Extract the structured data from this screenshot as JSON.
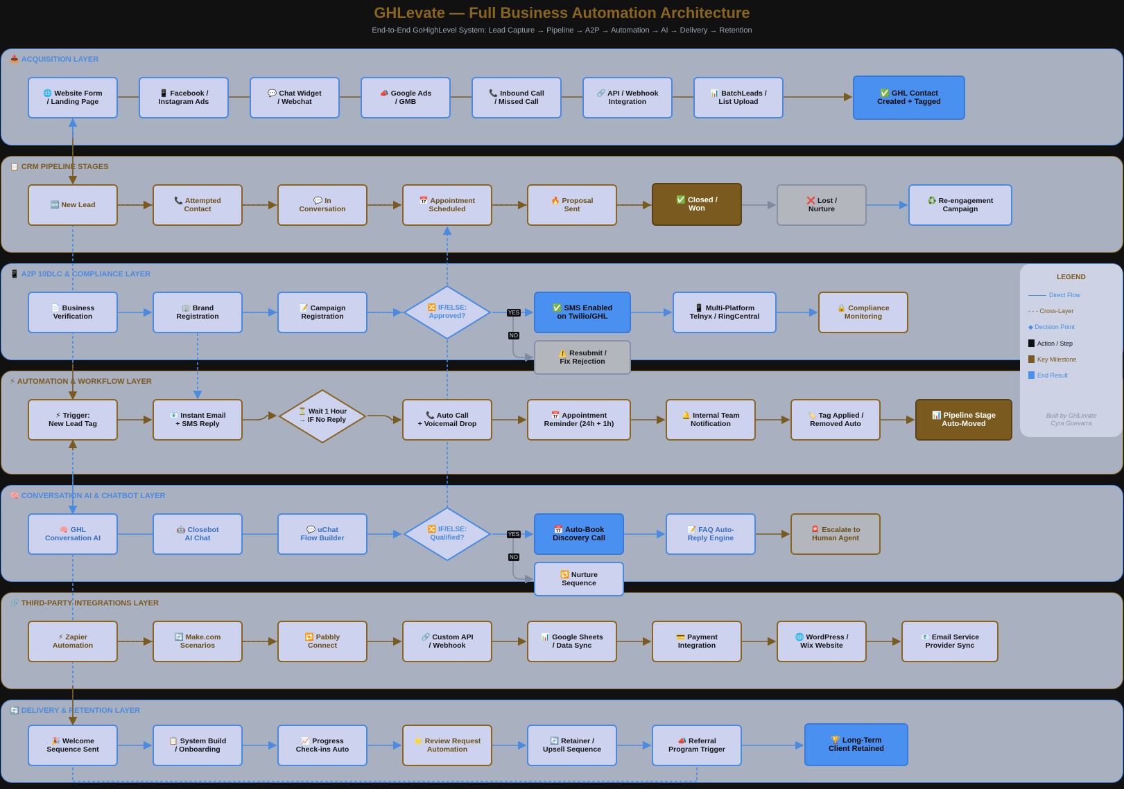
{
  "header": {
    "title": "GHLevate — Full Business Automation Architecture",
    "subtitle": "End-to-End GoHighLevel System: Lead Capture → Pipeline → A2P → Automation → AI → Delivery → Retention"
  },
  "colors": {
    "blue": "#4a8ae0",
    "gold": "#8a6521",
    "end": "#4a90f0",
    "milestone": "#7a5a1e",
    "background": "#111111",
    "panel": "#a9b0c0"
  },
  "layers": {
    "acquisition": {
      "icon": "📥",
      "title": "ACQUISITION LAYER",
      "nodes": [
        "🌐 Website Form\n/ Landing Page",
        "📱 Facebook /\nInstagram Ads",
        "💬 Chat Widget\n/ Webchat",
        "📣 Google Ads\n/ GMB",
        "📞 Inbound Call\n/ Missed Call",
        "🔗 API / Webhook\nIntegration",
        "📊 BatchLeads /\nList Upload",
        "✅ GHL Contact\nCreated + Tagged"
      ]
    },
    "pipeline": {
      "icon": "📋",
      "title": "CRM PIPELINE STAGES",
      "nodes": [
        "🆕 New Lead",
        "📞 Attempted\nContact",
        "💬 In\nConversation",
        "📅 Appointment\nScheduled",
        "🔥 Proposal\nSent",
        "✅ Closed /\nWon",
        "❌ Lost /\nNurture",
        "♻️ Re-engagement\nCampaign"
      ]
    },
    "a2p": {
      "icon": "📱",
      "title": "A2P 10DLC & COMPLIANCE LAYER",
      "nodes": [
        "📄 Business\nVerification",
        "🏢 Brand\nRegistration",
        "📝 Campaign\nRegistration",
        "✅ SMS Enabled\non Twilio/GHL",
        "📱 Multi-Platform\nTelnyx / RingCentral",
        "🔒 Compliance\nMonitoring",
        "⚠️ Resubmit /\nFix Rejection"
      ],
      "decision": "🔀 IF/ELSE:\nApproved?",
      "yes": "YES",
      "no": "NO"
    },
    "automation": {
      "icon": "⚡",
      "title": "AUTOMATION & WORKFLOW LAYER",
      "nodes": [
        "⚡ Trigger:\nNew Lead Tag",
        "📧 Instant Email\n+ SMS Reply",
        "📞 Auto Call\n+ Voicemail Drop",
        "📅 Appointment\nReminder (24h + 1h)",
        "🔔 Internal Team\nNotification",
        "🏷️ Tag Applied /\nRemoved Auto",
        "📊 Pipeline Stage\nAuto-Moved"
      ],
      "wait": "⏳ Wait 1 Hour\n→ IF No Reply"
    },
    "ai": {
      "icon": "🧠",
      "title": "CONVERSATION AI & CHATBOT LAYER",
      "nodes": [
        "🧠 GHL\nConversation AI",
        "🤖 Closebot\nAI Chat",
        "💬 uChat\nFlow Builder",
        "📅 Auto-Book\nDiscovery Call",
        "📝 FAQ Auto-\nReply Engine",
        "🚨 Escalate to\nHuman Agent",
        "🔁 Nurture\nSequence"
      ],
      "decision": "🔀 IF/ELSE:\nQualified?",
      "yes": "YES",
      "no": "NO"
    },
    "integrations": {
      "icon": "🔗",
      "title": "THIRD-PARTY INTEGRATIONS LAYER",
      "nodes": [
        "⚡ Zapier\nAutomation",
        "🔄 Make.com\nScenarios",
        "🔁 Pabbly\nConnect",
        "🔗 Custom API\n/ Webhook",
        "📊 Google Sheets\n/ Data Sync",
        "💳 Payment\nIntegration",
        "🌐 WordPress /\nWix Website",
        "📧 Email Service\nProvider Sync"
      ]
    },
    "delivery": {
      "icon": "🔄",
      "title": "DELIVERY & RETENTION LAYER",
      "nodes": [
        "🎉 Welcome\nSequence Sent",
        "📋 System Build\n/ Onboarding",
        "📈 Progress\nCheck-ins Auto",
        "⭐ Review Request\nAutomation",
        "🔄 Retainer /\nUpsell Sequence",
        "📣 Referral\nProgram Trigger",
        "🏆 Long-Term\nClient Retained"
      ]
    }
  },
  "legend": {
    "title": "LEGEND",
    "direct": "Direct Flow",
    "cross": "- - - Cross-Layer",
    "decision": "◆ Decision Point",
    "action": "Action / Step",
    "milestone": "Key Milestone",
    "end": "End Result",
    "footer1": "Built by GHLevate",
    "footer2": "Cyra Guevarra"
  }
}
